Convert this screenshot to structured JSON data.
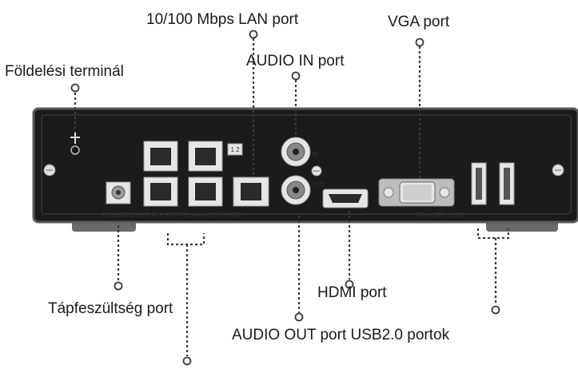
{
  "labels": {
    "lan_port": "10/100 Mbps LAN port",
    "vga_port": "VGA port",
    "audio_in_port": "AUDIO IN port",
    "ground_terminal": "Földelési terminál",
    "power_port": "Tápfeszültség port",
    "hdmi_port": "HDMI port",
    "audio_out_usb": "AUDIO OUT port USB2.0 portok"
  },
  "panel_text": {
    "in": "IN",
    "out": "OUT",
    "row_left": "POWERPOWER PoE  PORTS LAN AUDIO HDMI",
    "row_right": "VGA USB1 USB2",
    "badge": "1 2"
  },
  "colors": {
    "chassis": "#1b1b1b",
    "chassis_edge": "#5a5a5a",
    "port_body": "#e6e6e6",
    "line": "#3a3a3a"
  }
}
